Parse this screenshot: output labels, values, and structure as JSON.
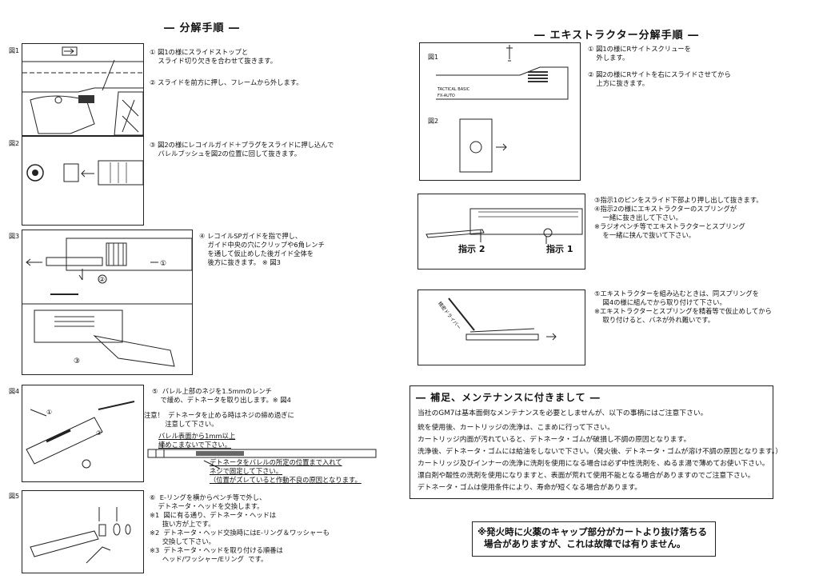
{
  "left": {
    "title": "― 分解手順 ―",
    "figures": [
      "図1",
      "図2",
      "図3",
      "図4",
      "図5"
    ],
    "step1": "① 図1の様にスライドストップと\n    スライド切り欠きを合わせて抜きます。",
    "step2": "② スライドを前方に押し、フレームから外します。",
    "step3": "③ 図2の様にレコイルガイド＋プラグをスライドに押し込んで\n    バレルブッシュを図2の位置に回して抜きます。",
    "step4": "④ レコイルSPガイドを指で押し、\n    ガイド中央の穴にクリップや6角レンチ\n    を通して仮止めした後ガイド全体を\n    後方に抜きます。 ※ 図3",
    "step5": "⑤  バレル上部のネジを1.5mmのレンチ\n    で緩め、デトネータを取り出します。※ 図4",
    "caution": "注意！  デトネータを止める時はネジの締め過ぎに\n          注意して下さい。",
    "callout1": "バレル表面から1mm以上\n締めこまないで下さい。",
    "callout2": "デトネータをバレルの所定の位置まで入れて\nネジで固定して下さい。\n（位置がズレていると作動不良の原因となります。",
    "step6": "⑥  E-リングを横からペンチ等で外し、\n    デトネータ・ヘッドを交換します。\n※1  図に有る通り、デトネータ・ヘッドは\n      抜い方が上です。\n※2  デトネータ・ヘッド交換時にはE-リング＆ワッシャーも\n      交換して下さい。\n※3  デトネータ・ヘッドを取り付ける順番は\n      ヘッド/ワッシャー/Eリング  です。"
  },
  "right": {
    "title": "― エキストラクター分解手順 ―",
    "figures": [
      "図1",
      "図2"
    ],
    "slide_text1": "TACTICAL  BASIC",
    "slide_text2": "FX-AUTO",
    "step1": "① 図1の様にRサイトスクリューを\n    外します。",
    "step2": "② 図2の様にRサイトを右にスライドさせてから\n    上方に抜きます。",
    "step3": "③指示1のピンをスライド下部より押し出して抜きます。\n④指示2の様にエキストラクターのスプリングが\n    一緒に抜き出して下さい。\n※ラジオペンチ等でエキストラクターとスプリング\n    を一緒に挟んで抜いて下さい。",
    "pointer2": "指示 2",
    "pointer1": "指示 1",
    "step5": "⑤エキストラクターを組み込むときは、同スプリングを\n    図4の様に組んでから取り付けて下さい。\n※エキストラクターとスプリングを精着等で仮止めしてから\n    取り付けると、バネが外れ難いです。",
    "tool_label": "精密ドライバー"
  },
  "maintenance": {
    "title": "― 補足、メンテナンスに付きまして ―",
    "intro": "当社のGM7は基本面倒なメンテナンスを必要としませんが、以下の事柄にはご注意下さい。",
    "lines": [
      "銃を使用後、カートリッジの洗浄は、こまめに行って下さい。",
      "カートリッジ内面が汚れていると、デトネータ・ゴムが破損し不調の原因となります。",
      "洗浄後、デトネータ・ゴムには給油をしないで下さい。（発火後、デトネータ・ゴムが溶け不調の原因となります。）",
      "カートリッジ及びインナーの洗浄に洗剤を使用になる場合は必ず中性洗剤を、ぬるま湯で薄めてお使い下さい。",
      "漂白剤や酸性の洗剤を使用になりますと、表面が荒れて使用不能となる場合がありますのでご注意下さい。",
      "デトネータ・ゴムは使用条件により、寿命が短くなる場合があります。"
    ]
  },
  "bottom_note": "※発火時に火薬のキャップ部分がカートより抜け落ちる\n  場合がありますが、これは故障では有りません。"
}
